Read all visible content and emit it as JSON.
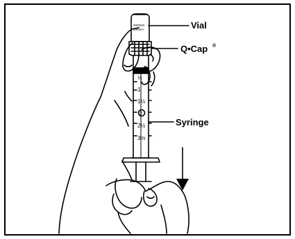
{
  "labels": {
    "vial": "Vial",
    "qcap": "Q•Cap",
    "qcap_mark": "®",
    "syringe": "Syringe"
  },
  "vial_print": {
    "line1": "000/010",
    "line2": "umbers"
  },
  "scale_marks": {
    "half": "½",
    "one": "1",
    "one_half": "1½",
    "two": "2",
    "two_half": "2½",
    "three": "3m"
  },
  "arrow_direction": "down"
}
